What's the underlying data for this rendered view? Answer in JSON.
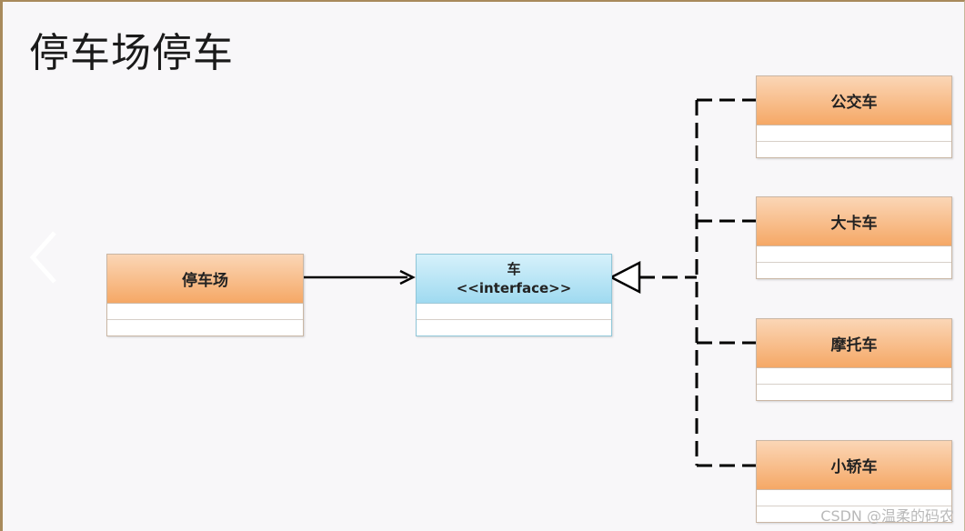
{
  "title": "停车场停车",
  "nodes": {
    "parking_lot": "停车场",
    "car_interface": {
      "name": "车",
      "stereotype": "<<interface>>"
    },
    "bus": "公交车",
    "truck": "大卡车",
    "motorcycle": "摩托车",
    "sedan": "小轿车"
  },
  "watermark": "CSDN @温柔的码农",
  "icons": {
    "prev": "chevron-left-icon"
  }
}
